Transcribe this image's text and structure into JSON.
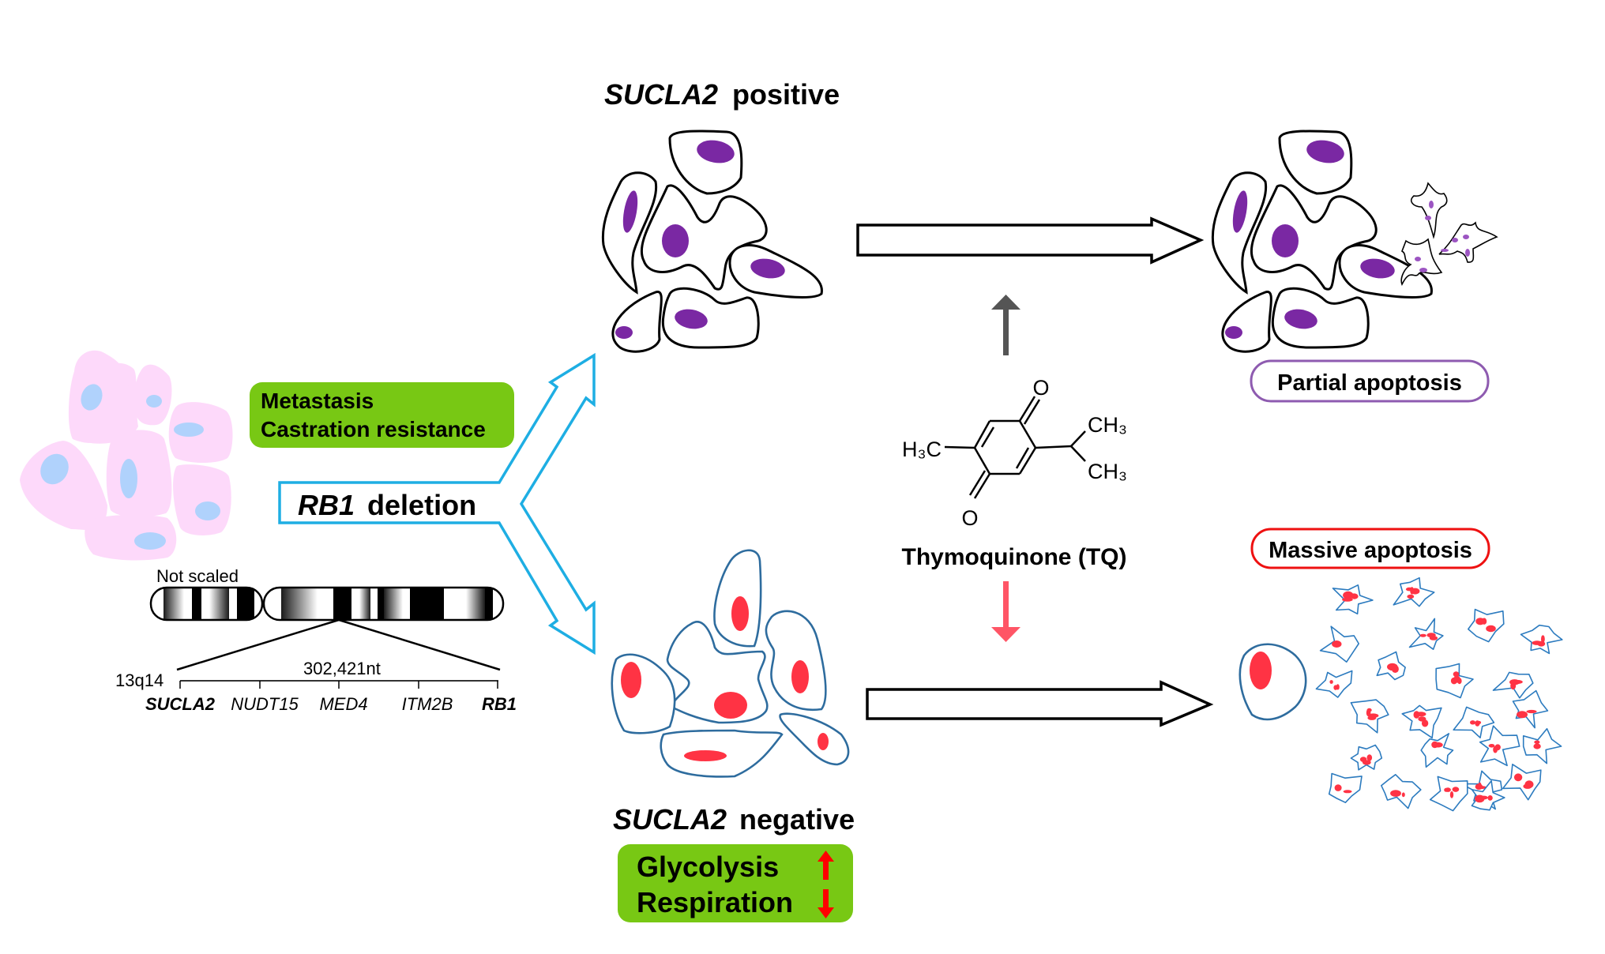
{
  "diagram": {
    "left_panel": {
      "phenotype_box": {
        "line1": "Metastasis",
        "line2": "Castration resistance",
        "color": "#78c814"
      },
      "rb1_deletion": {
        "gene": "RB1",
        "text": "deletion",
        "arrow_color": "#1eaee3"
      },
      "chromosome": {
        "note": "Not scaled",
        "band": "13q14",
        "length": "302,421nt",
        "genes": [
          {
            "name": "SUCLA2",
            "color": "#ff0000",
            "bold": true
          },
          {
            "name": "NUDT15",
            "color": "#000000",
            "bold": false
          },
          {
            "name": "MED4",
            "color": "#000000",
            "bold": false
          },
          {
            "name": "ITM2B",
            "color": "#000000",
            "bold": false
          },
          {
            "name": "RB1",
            "color": "#2e4fa3",
            "bold": true
          }
        ]
      }
    },
    "positive_branch": {
      "title_gene": "SUCLA2",
      "title_text": "positive",
      "nucleus_color": "#7a28a3",
      "outcome": {
        "label": "Partial apoptosis",
        "border_color": "#8e5bb0"
      }
    },
    "negative_branch": {
      "title_gene": "SUCLA2",
      "title_text": "negative",
      "nucleus_color": "#ff3344",
      "metabolism_box": {
        "color": "#78c814",
        "items": [
          {
            "label": "Glycolysis",
            "direction": "up"
          },
          {
            "label": "Respiration",
            "direction": "down"
          }
        ]
      },
      "outcome": {
        "label": "Massive apoptosis",
        "border_color": "#ee1111"
      }
    },
    "drug": {
      "name": "Thymoquinone (TQ)",
      "atoms": {
        "o_top": "O",
        "o_bottom": "O",
        "methyl": "H₃C",
        "ch3_upper": "CH₃",
        "ch3_lower": "CH₃"
      },
      "effect_positive_arrow_color": "#555555",
      "effect_negative_arrow_color": "#ff5566"
    }
  }
}
